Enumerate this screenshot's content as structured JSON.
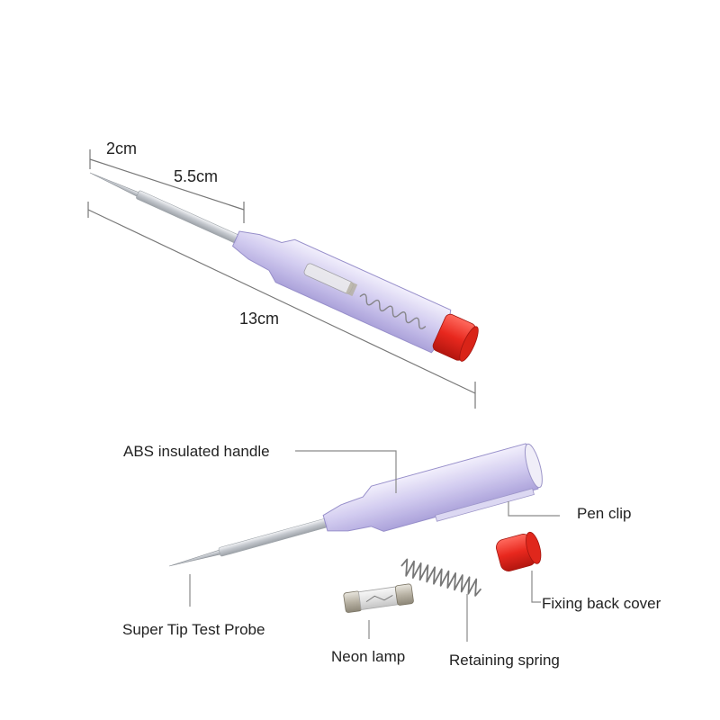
{
  "dimensions": {
    "tip_length": "2cm",
    "shaft_length": "5.5cm",
    "total_length": "13cm"
  },
  "parts": {
    "handle": "ABS insulated handle",
    "pen_clip": "Pen clip",
    "back_cover": "Fixing back cover",
    "probe": "Super Tip Test Probe",
    "neon_lamp": "Neon lamp",
    "spring": "Retaining spring"
  },
  "colors": {
    "cap_red": "#e8281e",
    "handle_tint": "#c9c3ec",
    "shaft": "#cfd3d8"
  }
}
